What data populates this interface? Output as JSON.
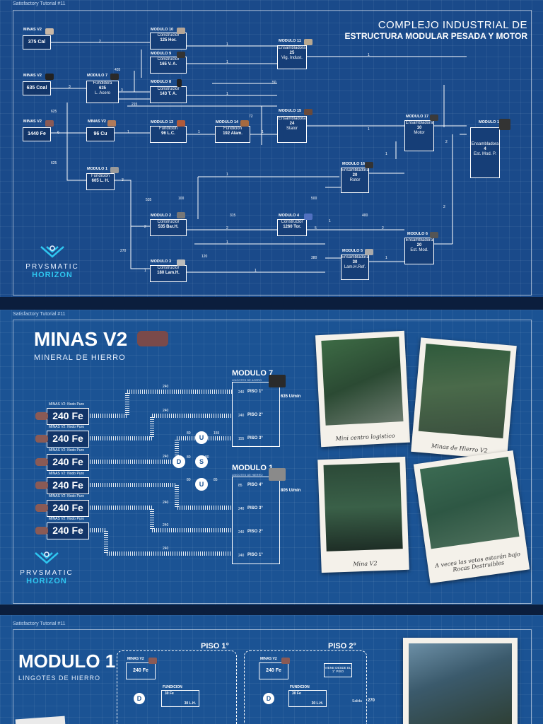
{
  "panel1": {
    "tutorial": "Satisfactory Tutorial #11",
    "title_line1": "COMPLEJO INDUSTRIAL DE",
    "title_line2": "ESTRUCTURA MODULAR PESADA Y MOTOR",
    "mines": [
      {
        "label": "MINAS V2",
        "value": "375",
        "unit": "Cal"
      },
      {
        "label": "MINAS V2",
        "value": "635",
        "unit": "Coal"
      },
      {
        "label": "MINAS V2",
        "value": "1440",
        "unit": "Fe"
      },
      {
        "label": "MINAS V2",
        "value": "96",
        "unit": "Cu"
      }
    ],
    "modules": [
      {
        "id": "MODULO 10",
        "kind": "Constructor",
        "value": "125",
        "prod": "Hor."
      },
      {
        "id": "MODULO 9",
        "kind": "Constructor",
        "value": "165",
        "prod": "V. A."
      },
      {
        "id": "MODULO 7",
        "kind": "Fundidora",
        "value": "635",
        "prod": "L. Acero"
      },
      {
        "id": "MODULO 8",
        "kind": "Constructor",
        "value": "143",
        "prod": "T. A."
      },
      {
        "id": "MODULO 13",
        "kind": "Fundición",
        "value": "96",
        "prod": "L.C."
      },
      {
        "id": "MODULO 14",
        "kind": "Fundición",
        "value": "192",
        "prod": "Alam."
      },
      {
        "id": "MODULO 11",
        "kind": "Ensambladora",
        "value": "25",
        "prod": "Vig. Indust."
      },
      {
        "id": "MODULO 15",
        "kind": "Ensambladora",
        "value": "24",
        "prod": "Stator"
      },
      {
        "id": "MODULO 17",
        "kind": "Ensambladora",
        "value": "10",
        "prod": "Motor"
      },
      {
        "id": "MODULO 12",
        "kind": "Ensambladora",
        "value": "4",
        "prod": "Est. Mod. P."
      },
      {
        "id": "MODULO 1",
        "kind": "Fundición",
        "value": "605",
        "prod": "L. H."
      },
      {
        "id": "MODULO 16",
        "kind": "Ensambladora",
        "value": "20",
        "prod": "Rotor"
      },
      {
        "id": "MODULO 2",
        "kind": "Constructor",
        "value": "535",
        "prod": "Bar.H."
      },
      {
        "id": "MODULO 4",
        "kind": "Constructor",
        "value": "1260",
        "prod": "Tor."
      },
      {
        "id": "MODULO 6",
        "kind": "Ensambladora",
        "value": "20",
        "prod": "Est. Mod."
      },
      {
        "id": "MODULO 5",
        "kind": "Ensambladora",
        "value": "30",
        "prod": "Lam.H.Ref."
      },
      {
        "id": "MODULO 3",
        "kind": "Constructor",
        "value": "180",
        "prod": "Lam.H."
      }
    ],
    "flow_numbers": [
      "2",
      "1",
      "1",
      "3",
      "3",
      "1",
      "1",
      "1",
      "1",
      "1",
      "2",
      "2",
      "2",
      "2",
      "1",
      "1",
      "1",
      "1",
      "1",
      "1",
      "2",
      "3",
      "1",
      "1",
      "625",
      "625",
      "435",
      "215",
      "50",
      "72",
      "535",
      "100",
      "315",
      "400",
      "500",
      "380",
      "270",
      "120",
      "6",
      "5"
    ],
    "logo_name": "PRVSMATIC",
    "logo_sub": "HORIZON"
  },
  "panel2": {
    "tutorial": "Satisfactory Tutorial #11",
    "title": "MINAS V2",
    "subtitle": "MINERAL DE HIERRO",
    "mine_label": "MINAS V2: Nodo Puro",
    "mines": [
      "240 Fe",
      "240 Fe",
      "240 Fe",
      "240 Fe",
      "240 Fe",
      "240 Fe"
    ],
    "module7": {
      "title": "MODULO 7",
      "sub": "LINGOTES DE ACERO",
      "total": "635 U/min",
      "floors": [
        {
          "qty": "240",
          "name": "PISO 1°"
        },
        {
          "qty": "240",
          "name": "PISO 2°"
        },
        {
          "qty": "155",
          "name": "PISO 3°"
        }
      ]
    },
    "module1": {
      "title": "MODULO 1",
      "sub": "LINGOTES DE HIERRO",
      "total": "805 U/min",
      "floors": [
        {
          "qty": "85",
          "name": "PISO 4°"
        },
        {
          "qty": "240",
          "name": "PISO 3°"
        },
        {
          "qty": "240",
          "name": "PISO 2°"
        },
        {
          "qty": "240",
          "name": "PISO 1°"
        }
      ]
    },
    "belt_numbers": [
      "240",
      "240",
      "240",
      "240",
      "240",
      "240",
      "80",
      "80",
      "80",
      "80",
      "155",
      "85"
    ],
    "nodes": [
      "U",
      "D",
      "S",
      "U"
    ],
    "photos": [
      {
        "caption": "Mini centro logistico"
      },
      {
        "caption": "Minas de Hierro V2"
      },
      {
        "caption": "Mina V2"
      },
      {
        "caption": "A veces las vetas estarán bajo Rocas Destruibles"
      }
    ],
    "logo_name": "PRVSMATIC",
    "logo_sub": "HORIZON"
  },
  "panel3": {
    "tutorial": "Satisfactory Tutorial #11",
    "title": "MODULO 1",
    "subtitle": "LINGOTES DE HIERRO",
    "floor1": {
      "label": "PISO 1°",
      "mine_label": "MINAS V2",
      "mine_value": "240 Fe",
      "fund_label": "FUNDICION",
      "fund_value": "30 Fe",
      "out_value": "30 L.H."
    },
    "floor2": {
      "label": "PISO 2°",
      "mine_label": "MINAS V2",
      "mine_value": "240 Fe",
      "note": "VIENE DESDE EL 1° PISO",
      "fund_label": "FUNDICION",
      "fund_value": "30 Fe",
      "out_value": "30 L.H.",
      "exit_label": "Salida",
      "exit_value": "270"
    },
    "node_letter": "D"
  }
}
